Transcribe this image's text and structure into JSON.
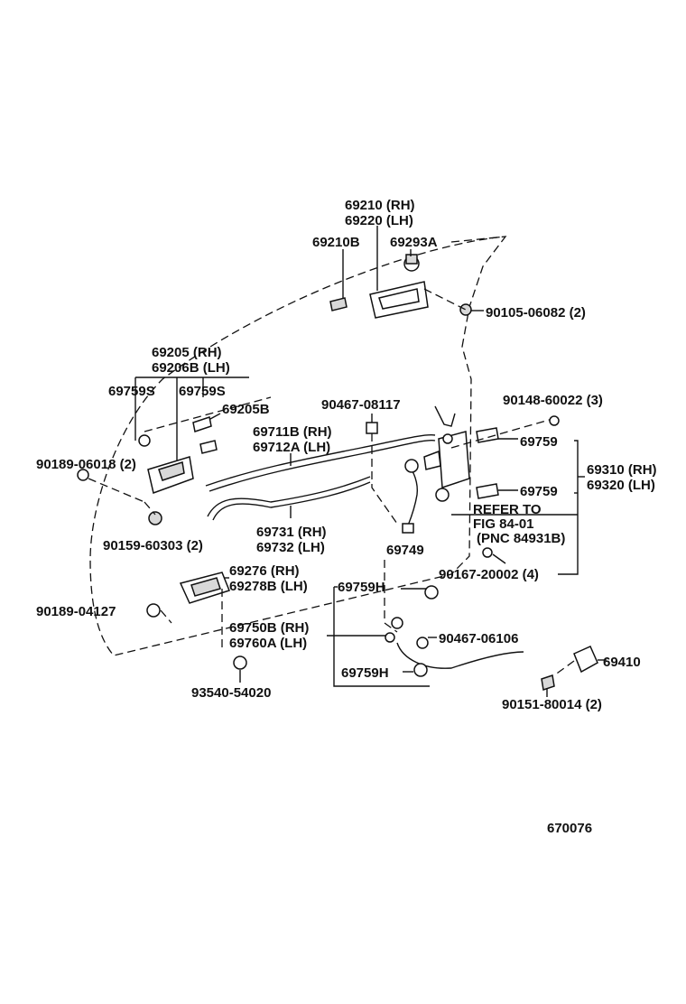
{
  "labels": {
    "p69210": "69210 (RH)",
    "p69220": "69220 (LH)",
    "p69210b": "69210B",
    "p69293a": "69293A",
    "p90105": "90105-06082 (2)",
    "p69205": "69205   (RH)",
    "p69206b": "69206B (LH)",
    "p69759s_a": "69759S",
    "p69759s_b": "69759S",
    "p69205b": "69205B",
    "p90467_08117": "90467-08117",
    "p90148": "90148-60022 (3)",
    "p69711b": "69711B (RH)",
    "p69712a": "69712A (LH)",
    "p90189_06018": "90189-06018 (2)",
    "p69759_a": "69759",
    "p69759_b": "69759",
    "p69310": "69310 (RH)",
    "p69320": "69320 (LH)",
    "refer1": "REFER TO",
    "refer2": "FIG 84-01",
    "refer3": "(PNC 84931B)",
    "p69731": "69731 (RH)",
    "p69732": "69732 (LH)",
    "p90159": "90159-60303 (2)",
    "p69749": "69749",
    "p90167": "90167-20002 (4)",
    "p69276": "69276   (RH)",
    "p69278b": "69278B (LH)",
    "p69759h_a": "69759H",
    "p90189_04127": "90189-04127",
    "p69750b": "69750B (RH)",
    "p69760a": "69760A (LH)",
    "p90467_06106": "90467-06106",
    "p69759h_b": "69759H",
    "p69410": "69410",
    "p93540": "93540-54020",
    "p90151": "90151-80014 (2)",
    "figure_id": "670076"
  }
}
